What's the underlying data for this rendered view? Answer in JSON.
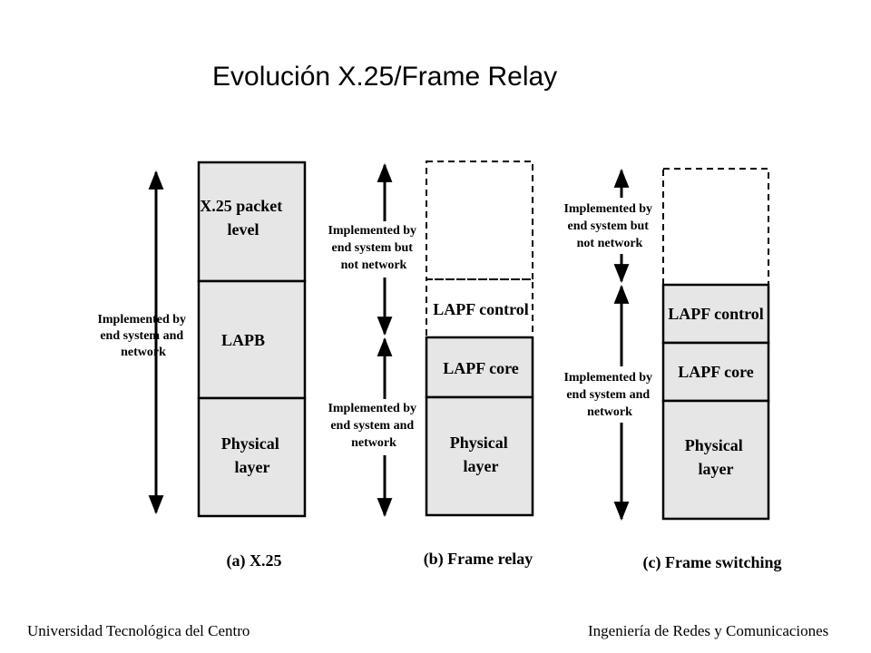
{
  "title": "Evolución X.25/Frame Relay",
  "footer": {
    "left": "Universidad Tecnológica del Centro",
    "right": "Ingeniería de Redes y Comunicaciones"
  },
  "colors": {
    "layer_fill": "#e6e6e6",
    "stroke": "#000000",
    "background": "#ffffff"
  },
  "diagram": {
    "a": {
      "caption": "(a) X.25",
      "layers": [
        {
          "lines": [
            "X.25 packet",
            "level"
          ]
        },
        {
          "lines": [
            "LAPB"
          ]
        },
        {
          "lines": [
            "Physical",
            "layer"
          ]
        }
      ],
      "note": [
        "Implemented by",
        "end system and",
        "network"
      ]
    },
    "b": {
      "caption": "(b) Frame relay",
      "layers": [
        {
          "lines": [],
          "dashed": true
        },
        {
          "lines": [
            "LAPF control"
          ],
          "dashed": true
        },
        {
          "lines": [
            "LAPF core"
          ]
        },
        {
          "lines": [
            "Physical",
            "layer"
          ]
        }
      ],
      "note_top": [
        "Implemented by",
        "end system but",
        "not network"
      ],
      "note_bottom": [
        "Implemented by",
        "end system and",
        "network"
      ]
    },
    "c": {
      "caption": "(c) Frame switching",
      "layers": [
        {
          "lines": [],
          "dashed": true
        },
        {
          "lines": [
            "LAPF control"
          ]
        },
        {
          "lines": [
            "LAPF core"
          ]
        },
        {
          "lines": [
            "Physical",
            "layer"
          ]
        }
      ],
      "note_top": [
        "Implemented by",
        "end system but",
        "not network"
      ],
      "note_bottom": [
        "Implemented by",
        "end system and",
        "network"
      ]
    }
  }
}
